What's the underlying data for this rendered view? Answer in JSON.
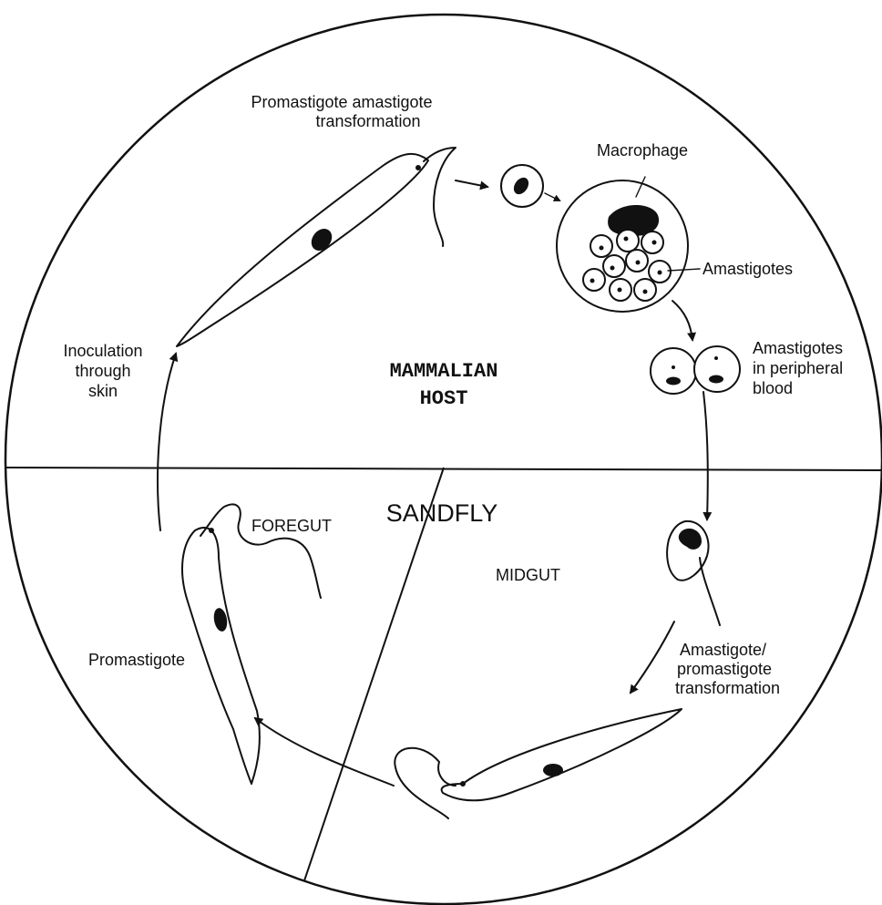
{
  "labels": {
    "promastigote_amastigote_line1": "Promastigote amastigote",
    "promastigote_amastigote_line2": "transformation",
    "macrophage": "Macrophage",
    "amastigotes": "Amastigotes",
    "amastigotes_blood_line1": "Amastigotes",
    "amastigotes_blood_line2": "in peripheral",
    "amastigotes_blood_line3": "blood",
    "inoculation_line1": "Inoculation",
    "inoculation_line2": "through",
    "inoculation_line3": "skin",
    "mammalian_host_line1": "MAMMALIAN",
    "mammalian_host_line2": "HOST",
    "sandfly": "SANDFLY",
    "foregut": "FOREGUT",
    "midgut": "MIDGUT",
    "promastigote": "Promastigote",
    "amastigote_promastigote_line1": "Amastigote/",
    "amastigote_promastigote_line2": "promastigote",
    "amastigote_promastigote_line3": "transformation"
  },
  "colors": {
    "ink": "#111111",
    "background": "#ffffff"
  }
}
